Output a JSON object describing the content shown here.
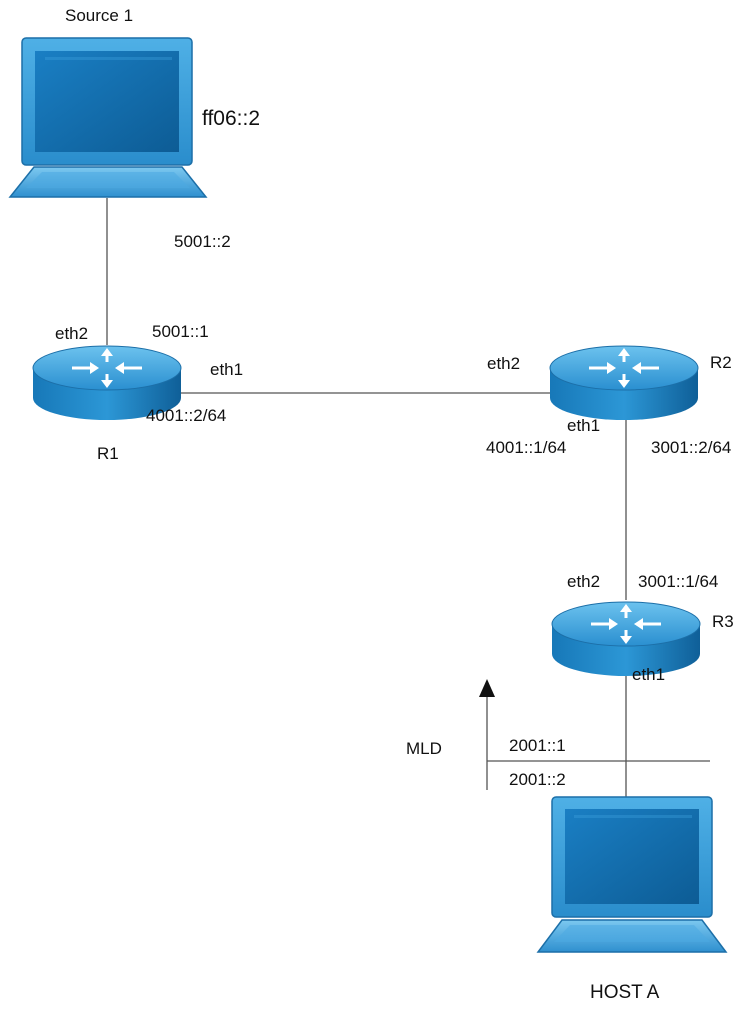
{
  "nodes": {
    "source": {
      "label": "Source 1",
      "address": "ff06::2",
      "icon": "laptop-icon"
    },
    "r1": {
      "label": "R1",
      "icon": "router-icon"
    },
    "r2": {
      "label": "R2",
      "icon": "router-icon"
    },
    "r3": {
      "label": "R3",
      "icon": "router-icon"
    },
    "host": {
      "label": "HOST A",
      "icon": "laptop-icon"
    }
  },
  "links": {
    "source_r1": {
      "source_side": "5001::2",
      "r1_iface": "eth2",
      "r1_addr": "5001::1"
    },
    "r1_r2": {
      "r1_iface": "eth1",
      "r1_addr": "4001::2/64",
      "r2_iface": "eth2"
    },
    "r2_r3": {
      "r2_iface": "eth1",
      "r2_addr_left": "4001::1/64",
      "r2_addr_right": "3001::2/64",
      "r3_iface": "eth2",
      "r3_addr": "3001::1/64"
    },
    "r3_host": {
      "r3_iface": "eth1",
      "r3_addr": "2001::1",
      "host_addr": "2001::2"
    }
  },
  "mld": {
    "label": "MLD"
  },
  "colors": {
    "device_blue": "#1e86c8",
    "device_light": "#5cb8ea",
    "device_dark": "#0e5d92",
    "line": "#555555"
  }
}
